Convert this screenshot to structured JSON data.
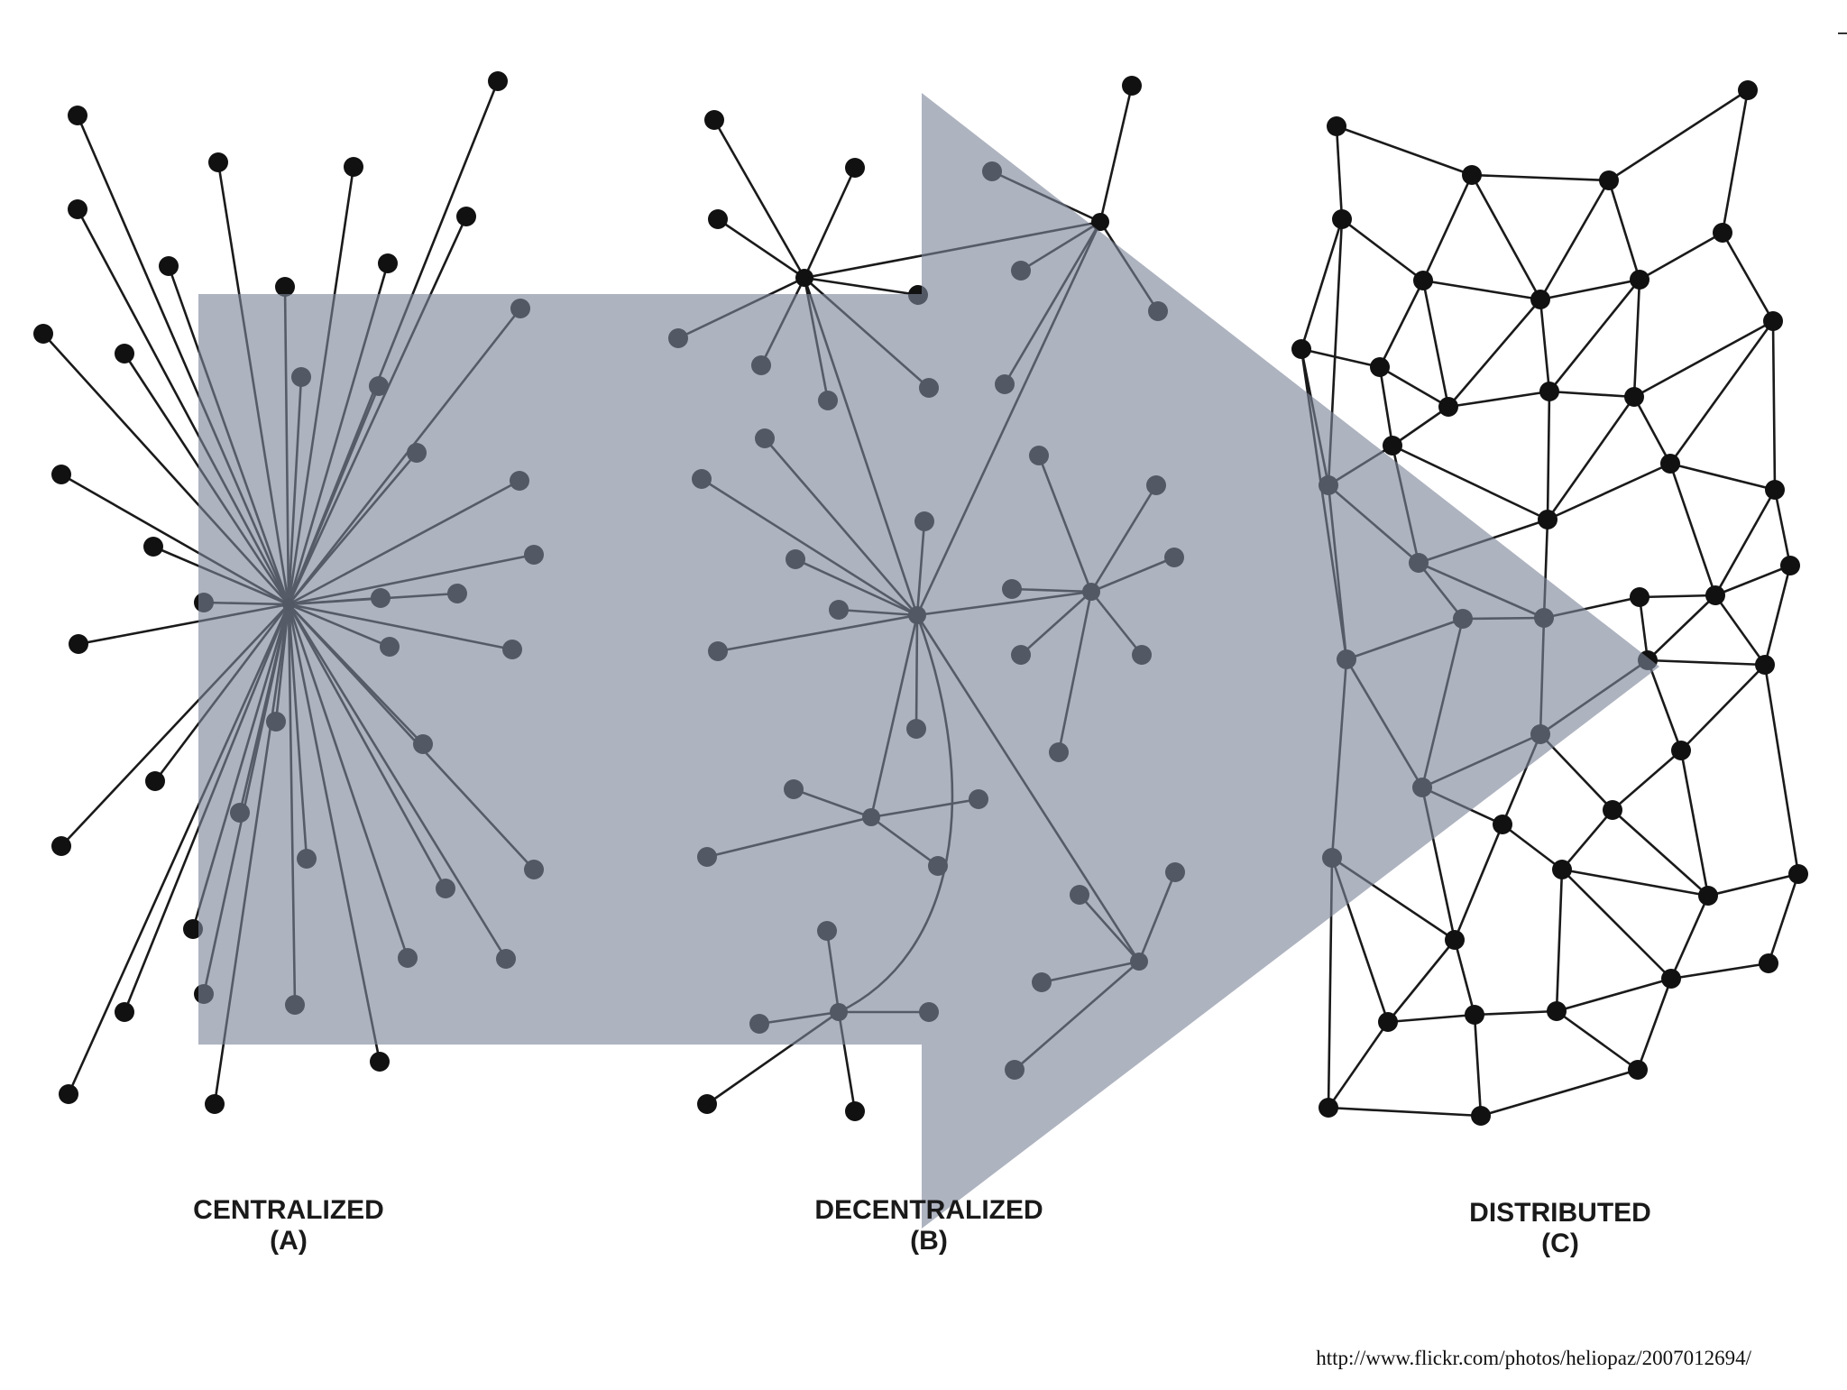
{
  "labels": {
    "a_title": "CENTRALIZED",
    "a_sub": "(A)",
    "b_title": "DECENTRALIZED",
    "b_sub": "(B)",
    "c_title": "DISTRIBUTED",
    "c_sub": "(C)"
  },
  "credit": "http://www.flickr.com/photos/heliopaz/2007012694/",
  "colors": {
    "arrow": "#7d8599",
    "line": "#1a1a1a",
    "node": "#111111",
    "background": "#ffffff"
  },
  "arrow": {
    "direction": "right",
    "icon": "right-arrow-icon"
  }
}
